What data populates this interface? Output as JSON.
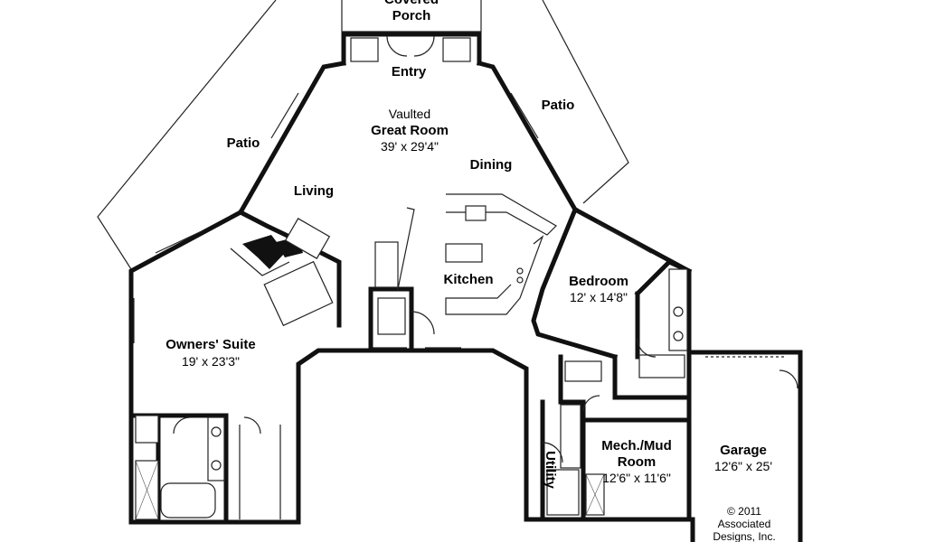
{
  "rooms": {
    "covered_porch": {
      "line1": "Covered",
      "line2": "Porch"
    },
    "entry": "Entry",
    "patio_right": "Patio",
    "patio_left": "Patio",
    "great_room": {
      "line1": "Vaulted",
      "line2": "Great Room",
      "dims": "39' x 29'4\""
    },
    "dining": "Dining",
    "living": "Living",
    "kitchen": "Kitchen",
    "bedroom": {
      "name": "Bedroom",
      "dims": "12' x 14'8\""
    },
    "owners_suite": {
      "name": "Owners' Suite",
      "dims": "19' x 23'3\""
    },
    "utility": "Utility",
    "mech_mud": {
      "line1": "Mech./Mud",
      "line2": "Room",
      "dims": "12'6\" x 11'6\""
    },
    "garage": {
      "name": "Garage",
      "dims": "12'6\" x 25'"
    }
  },
  "copyright": {
    "line1": "© 2011",
    "line2": "Associated",
    "line3": "Designs, Inc."
  }
}
